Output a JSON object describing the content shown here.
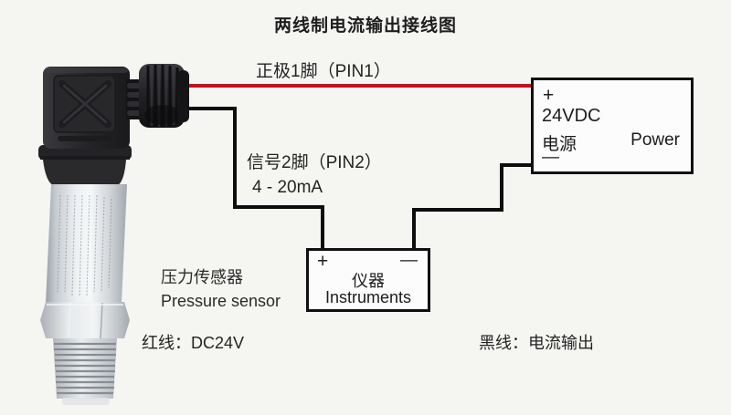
{
  "title": "两线制电流输出接线图",
  "wire_labels": {
    "positive": "正极1脚（PIN1）",
    "signal": "信号2脚（PIN2）",
    "signal_range": "4 - 20mA"
  },
  "power_box": {
    "plus": "+",
    "voltage": "24VDC",
    "label_cn": "电源",
    "label_en": "Power",
    "minus": "—"
  },
  "instruments_box": {
    "plus": "+",
    "minus": "—",
    "label_cn": "仪器",
    "label_en": "Instruments"
  },
  "sensor": {
    "label_cn": "压力传感器",
    "label_en": "Pressure sensor"
  },
  "legend": {
    "red_wire": "红线：DC24V",
    "black_wire": "黑线：电流输出"
  },
  "colors": {
    "background": "#f5f5f2",
    "red_wire": "#c0121f",
    "black_wire": "#0d0d0d",
    "box_border": "#101010",
    "text": "#262626"
  }
}
